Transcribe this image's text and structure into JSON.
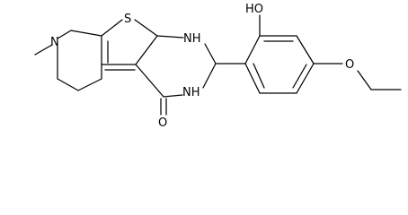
{
  "labels": {
    "sulfur": "S",
    "nh_top": "NH",
    "nh_bottom": "NH",
    "n_methyl": "N",
    "carbonyl_oxygen": "O",
    "hydroxyl": "HO",
    "ether_oxygen": "O"
  },
  "colors": {
    "bond": "#000000",
    "text": "#000000",
    "background": "#ffffff"
  }
}
